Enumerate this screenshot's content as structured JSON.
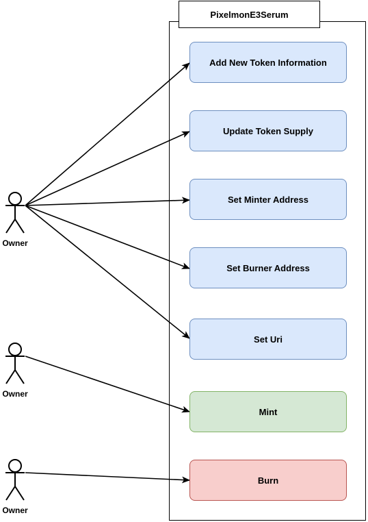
{
  "system": {
    "title": "PixelmonE3Serum"
  },
  "actors": [
    {
      "label": "Owner"
    },
    {
      "label": "Owner"
    },
    {
      "label": "Owner"
    }
  ],
  "use_cases": [
    {
      "label": "Add New Token Information",
      "color": "#dae8fc"
    },
    {
      "label": "Update Token Supply",
      "color": "#dae8fc"
    },
    {
      "label": "Set Minter Address",
      "color": "#dae8fc"
    },
    {
      "label": "Set Burner Address",
      "color": "#dae8fc"
    },
    {
      "label": "Set Uri",
      "color": "#dae8fc"
    },
    {
      "label": "Mint",
      "color": "#d5e8d4"
    },
    {
      "label": "Burn",
      "color": "#f8cecc"
    }
  ]
}
